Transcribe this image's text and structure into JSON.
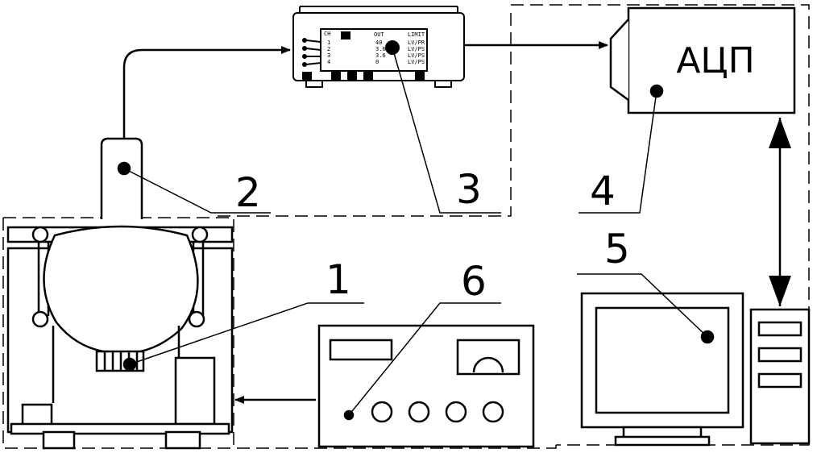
{
  "diagram": {
    "callouts": [
      "1",
      "2",
      "3",
      "4",
      "5",
      "6"
    ],
    "adc_label": "АЦП",
    "meter_display": {
      "channel": "CH",
      "row_numbers": [
        "1",
        "2",
        "3",
        "4"
      ],
      "out_header": "OUT",
      "limit_header": "LIMIT",
      "out_values": [
        "40",
        "3.6",
        "3.6",
        "0"
      ],
      "limit_values": [
        "LV/PR",
        "LV/PS",
        "LV/PS",
        "LV/PS"
      ]
    }
  }
}
